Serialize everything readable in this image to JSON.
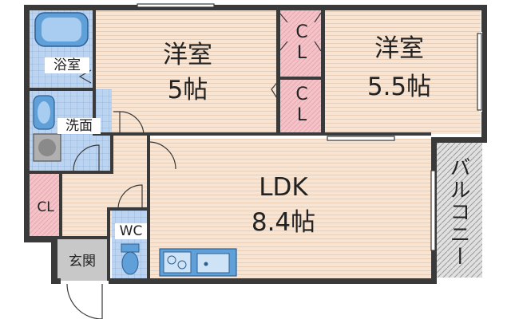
{
  "rooms": {
    "western_room_1": {
      "name": "洋室",
      "size": "5帖"
    },
    "western_room_2": {
      "name": "洋室",
      "size": "5.5帖"
    },
    "ldk": {
      "name": "LDK",
      "size": "8.4帖"
    },
    "bathroom": {
      "name": "浴室"
    },
    "washroom": {
      "name": "洗面"
    },
    "toilet": {
      "name": "WC"
    },
    "entrance": {
      "name": "玄関"
    },
    "balcony": {
      "name": "バルコニー"
    },
    "closet_top": {
      "name": "C\nL"
    },
    "closet_mid": {
      "name": "C\nL"
    },
    "closet_left": {
      "name": "CL"
    }
  },
  "colors": {
    "wall": "#3a3a3a",
    "floor_wood": "#f8e4d2",
    "wet_area": "#bcd4f0",
    "closet": "#f5c2c8",
    "entrance": "#c8c8c8",
    "balcony": "#d6d6d6",
    "fixture": "#5fa0d8"
  }
}
